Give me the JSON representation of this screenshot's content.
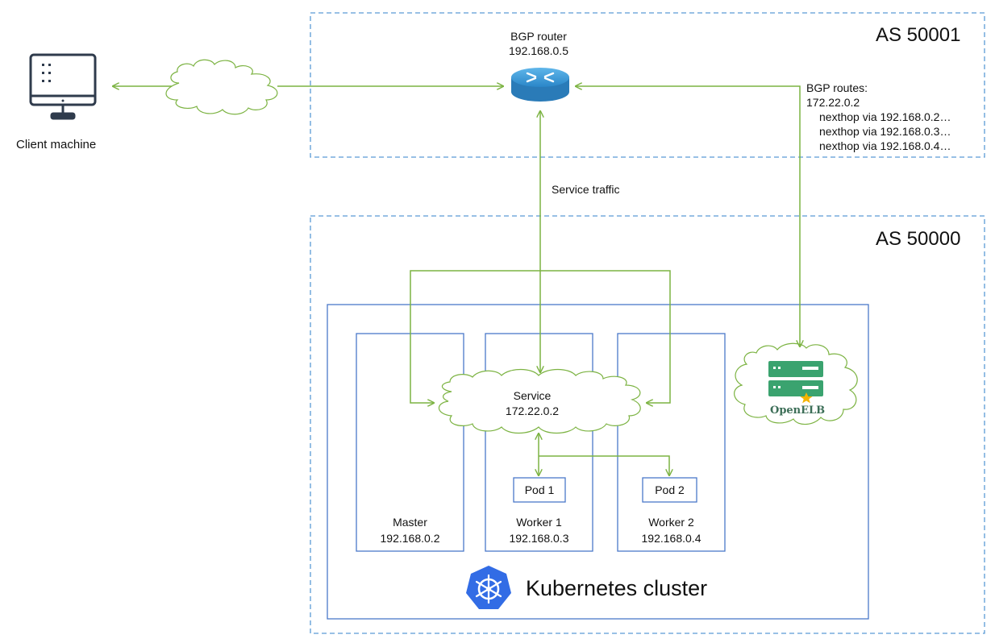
{
  "as_top": {
    "label": "AS 50001"
  },
  "as_bottom": {
    "label": "AS 50000"
  },
  "client": {
    "label": "Client machine",
    "icon": "monitor-icon"
  },
  "router": {
    "name": "BGP router",
    "ip": "192.168.0.5",
    "icon": "router-icon"
  },
  "bgp_routes": {
    "title": "BGP routes:",
    "prefix": "172.22.0.2",
    "nexthops": [
      "nexthop via 192.168.0.2…",
      "nexthop via 192.168.0.3…",
      "nexthop via 192.168.0.4…"
    ]
  },
  "service_traffic_label": "Service traffic",
  "service": {
    "name": "Service",
    "ip": "172.22.0.2"
  },
  "nodes": [
    {
      "name": "Master",
      "ip": "192.168.0.2"
    },
    {
      "name": "Worker 1",
      "ip": "192.168.0.3"
    },
    {
      "name": "Worker 2",
      "ip": "192.168.0.4"
    }
  ],
  "pods": [
    {
      "label": "Pod 1"
    },
    {
      "label": "Pod 2"
    }
  ],
  "openelb": {
    "label": "OpenELB",
    "icon": "server-star-icon"
  },
  "cluster": {
    "label": "Kubernetes cluster",
    "icon": "kubernetes-helm-icon"
  },
  "colors": {
    "arrow": "#7cb342",
    "dashed_border": "#5b9bd5",
    "solid_border": "#4a78c9",
    "router_blue": "#2f8fd0",
    "openelb_green": "#3aa36f",
    "k8s_blue": "#326ce5"
  }
}
